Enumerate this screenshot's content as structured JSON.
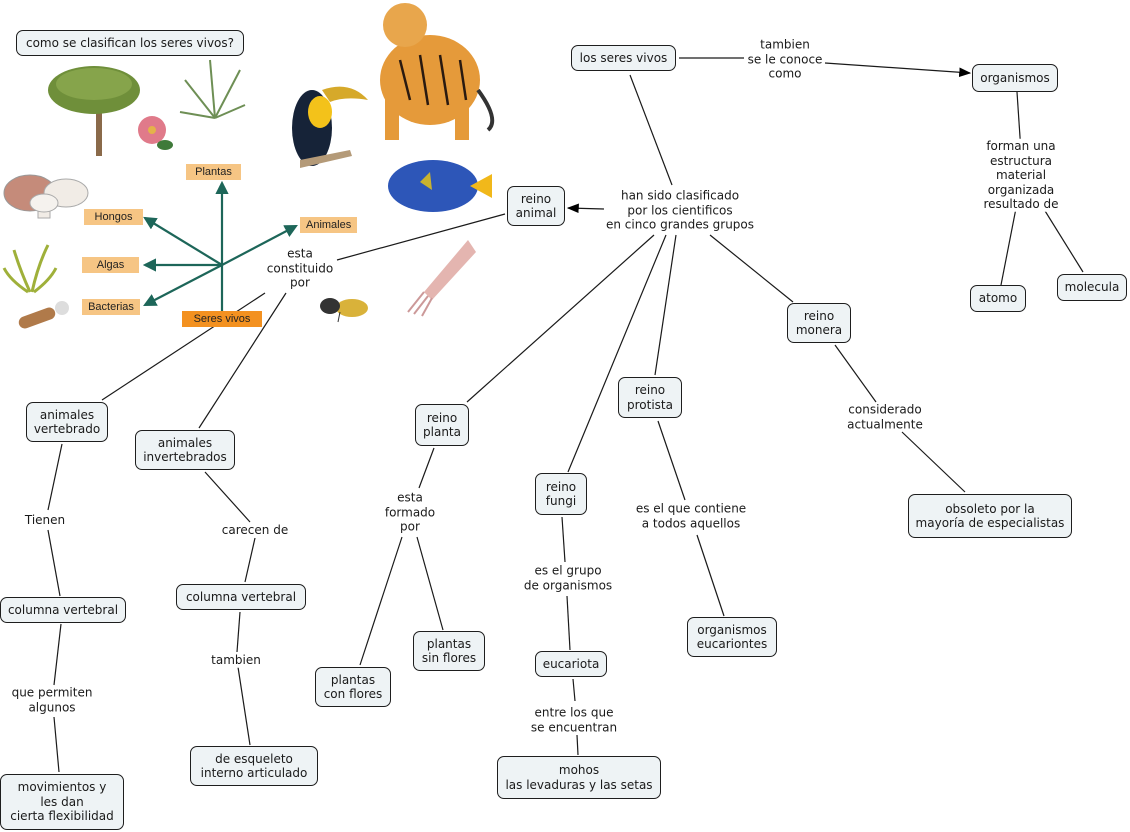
{
  "title_node": "como se clasifican los seres vivos?",
  "nodes": {
    "seres_vivos": "los seres vivos",
    "organismos": "organismos",
    "atomo": "atomo",
    "molecula": "molecula",
    "reino_animal": "reino\nanimal",
    "reino_planta": "reino\nplanta",
    "reino_fungi": "reino\nfungi",
    "reino_protista": "reino\nprotista",
    "reino_monera": "reino\nmonera",
    "animales_vertebrado": "animales\nvertebrado",
    "animales_invertebrados": "animales\ninvertebrados",
    "columna_vertebral_1": "columna vertebral",
    "columna_vertebral_2": "columna vertebral",
    "movimientos": "movimientos y\nles dan\ncierta flexibilidad",
    "esqueleto": "de esqueleto\ninterno articulado",
    "plantas_con_flores": "plantas\ncon flores",
    "plantas_sin_flores": "plantas\nsin flores",
    "eucariota": "eucariota",
    "mohos": "mohos\nlas levaduras y las setas",
    "organismos_eucariontes": "organismos\neucariontes",
    "obsoleto": "obsoleto por la\nmayoría de especialistas"
  },
  "links": {
    "tambien_conoce": "tambien\nse le conoce\ncomo",
    "forman": "forman una estructura\nmaterial organizada\nresultado de",
    "clasificado": "han sido clasificado\npor los cientificos\nen cinco grandes grupos",
    "constituido": "esta\nconstituido\npor",
    "tienen": "Tienen",
    "carecen": "carecen de",
    "permiten": "que permiten\nalgunos",
    "tambien": "tambien",
    "formado": "esta\nformado\npor",
    "grupo": "es el grupo\nde organismos",
    "entre": "entre los que\nse encuentran",
    "contiene": "es el que contiene\na todos aquellos",
    "considerado": "considerado\nactualmente"
  },
  "image_labels": {
    "plantas": "Plantas",
    "hongos": "Hongos",
    "animales": "Animales",
    "algas": "Algas",
    "bacterias": "Bacterias",
    "seres_vivos": "Seres vivos"
  },
  "colors": {
    "node_fill": "#eef3f5",
    "node_border": "#1e1e1e",
    "image_label": "#f6c584",
    "image_label_main": "#f39120",
    "image_arrows": "#1d6659"
  }
}
